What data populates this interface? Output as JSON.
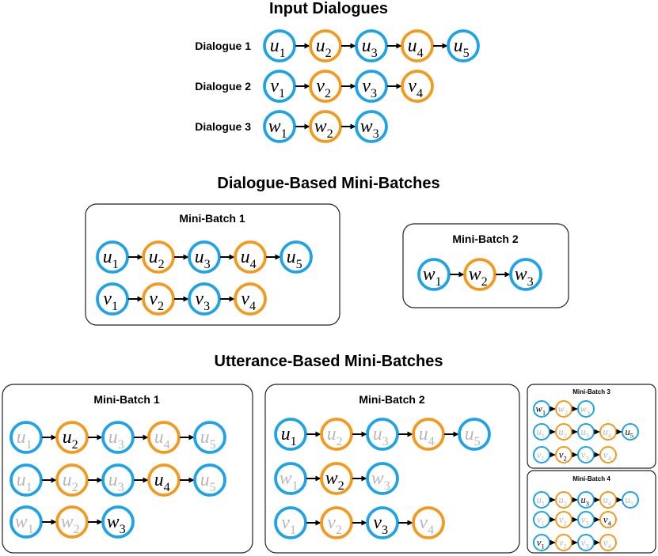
{
  "colors": {
    "blue": "#1fa3e6",
    "orange": "#f29a1d",
    "active_text": "#000000",
    "faded_text": "#b8b8b8",
    "frame": "#222222",
    "arrow": "#000000"
  },
  "sections": {
    "input": {
      "title": "Input Dialogues",
      "dialogues": [
        {
          "label": "Dialogue 1",
          "nodes": [
            {
              "v": "u",
              "s": "1",
              "c": "blue"
            },
            {
              "v": "u",
              "s": "2",
              "c": "orange"
            },
            {
              "v": "u",
              "s": "3",
              "c": "blue"
            },
            {
              "v": "u",
              "s": "4",
              "c": "orange"
            },
            {
              "v": "u",
              "s": "5",
              "c": "blue"
            }
          ]
        },
        {
          "label": "Dialogue 2",
          "nodes": [
            {
              "v": "v",
              "s": "1",
              "c": "blue"
            },
            {
              "v": "v",
              "s": "2",
              "c": "orange"
            },
            {
              "v": "v",
              "s": "3",
              "c": "blue"
            },
            {
              "v": "v",
              "s": "4",
              "c": "orange"
            }
          ]
        },
        {
          "label": "Dialogue 3",
          "nodes": [
            {
              "v": "w",
              "s": "1",
              "c": "blue"
            },
            {
              "v": "w",
              "s": "2",
              "c": "orange"
            },
            {
              "v": "w",
              "s": "3",
              "c": "blue"
            }
          ]
        }
      ]
    },
    "dialogue_based": {
      "title": "Dialogue-Based Mini-Batches",
      "batches": [
        {
          "title": "Mini-Batch 1",
          "rows": [
            [
              {
                "v": "u",
                "s": "1",
                "c": "blue"
              },
              {
                "v": "u",
                "s": "2",
                "c": "orange"
              },
              {
                "v": "u",
                "s": "3",
                "c": "blue"
              },
              {
                "v": "u",
                "s": "4",
                "c": "orange"
              },
              {
                "v": "u",
                "s": "5",
                "c": "blue"
              }
            ],
            [
              {
                "v": "v",
                "s": "1",
                "c": "blue"
              },
              {
                "v": "v",
                "s": "2",
                "c": "orange"
              },
              {
                "v": "v",
                "s": "3",
                "c": "blue"
              },
              {
                "v": "v",
                "s": "4",
                "c": "orange"
              }
            ]
          ]
        },
        {
          "title": "Mini-Batch 2",
          "rows": [
            [
              {
                "v": "w",
                "s": "1",
                "c": "blue"
              },
              {
                "v": "w",
                "s": "2",
                "c": "orange"
              },
              {
                "v": "w",
                "s": "3",
                "c": "blue"
              }
            ]
          ]
        }
      ]
    },
    "utterance_based": {
      "title": "Utterance-Based Mini-Batches",
      "batches": [
        {
          "title": "Mini-Batch 1",
          "rows": [
            [
              {
                "v": "u",
                "s": "1",
                "c": "blue",
                "f": 1
              },
              {
                "v": "u",
                "s": "2",
                "c": "orange"
              },
              {
                "v": "u",
                "s": "3",
                "c": "blue",
                "f": 1
              },
              {
                "v": "u",
                "s": "4",
                "c": "orange",
                "f": 1
              },
              {
                "v": "u",
                "s": "5",
                "c": "blue",
                "f": 1
              }
            ],
            [
              {
                "v": "u",
                "s": "1",
                "c": "blue",
                "f": 1
              },
              {
                "v": "u",
                "s": "2",
                "c": "orange",
                "f": 1
              },
              {
                "v": "u",
                "s": "3",
                "c": "blue",
                "f": 1
              },
              {
                "v": "u",
                "s": "4",
                "c": "orange"
              },
              {
                "v": "u",
                "s": "5",
                "c": "blue",
                "f": 1
              }
            ],
            [
              {
                "v": "w",
                "s": "1",
                "c": "blue",
                "f": 1
              },
              {
                "v": "w",
                "s": "2",
                "c": "orange",
                "f": 1
              },
              {
                "v": "w",
                "s": "3",
                "c": "blue"
              }
            ]
          ]
        },
        {
          "title": "Mini-Batch 2",
          "rows": [
            [
              {
                "v": "u",
                "s": "1",
                "c": "blue"
              },
              {
                "v": "u",
                "s": "2",
                "c": "orange",
                "f": 1
              },
              {
                "v": "u",
                "s": "3",
                "c": "blue",
                "f": 1
              },
              {
                "v": "u",
                "s": "4",
                "c": "orange",
                "f": 1
              },
              {
                "v": "u",
                "s": "5",
                "c": "blue",
                "f": 1
              }
            ],
            [
              {
                "v": "w",
                "s": "1",
                "c": "blue",
                "f": 1
              },
              {
                "v": "w",
                "s": "2",
                "c": "orange"
              },
              {
                "v": "w",
                "s": "3",
                "c": "blue",
                "f": 1
              }
            ],
            [
              {
                "v": "v",
                "s": "1",
                "c": "blue",
                "f": 1
              },
              {
                "v": "v",
                "s": "2",
                "c": "orange",
                "f": 1
              },
              {
                "v": "v",
                "s": "3",
                "c": "blue"
              },
              {
                "v": "v",
                "s": "4",
                "c": "orange",
                "f": 1
              }
            ]
          ]
        },
        {
          "title": "Mini-Batch 3",
          "rows": [
            [
              {
                "v": "w",
                "s": "1",
                "c": "blue"
              },
              {
                "v": "w",
                "s": "2",
                "c": "orange",
                "f": 1
              },
              {
                "v": "w",
                "s": "3",
                "c": "blue",
                "f": 1
              }
            ],
            [
              {
                "v": "u",
                "s": "1",
                "c": "blue",
                "f": 1
              },
              {
                "v": "u",
                "s": "2",
                "c": "orange",
                "f": 1
              },
              {
                "v": "u",
                "s": "3",
                "c": "blue",
                "f": 1
              },
              {
                "v": "u",
                "s": "4",
                "c": "orange",
                "f": 1
              },
              {
                "v": "u",
                "s": "5",
                "c": "blue"
              }
            ],
            [
              {
                "v": "v",
                "s": "1",
                "c": "blue",
                "f": 1
              },
              {
                "v": "v",
                "s": "2",
                "c": "orange"
              },
              {
                "v": "v",
                "s": "3",
                "c": "blue",
                "f": 1
              },
              {
                "v": "v",
                "s": "4",
                "c": "orange",
                "f": 1
              }
            ]
          ]
        },
        {
          "title": "Mini-Batch 4",
          "rows": [
            [
              {
                "v": "u",
                "s": "1",
                "c": "blue",
                "f": 1
              },
              {
                "v": "u",
                "s": "2",
                "c": "orange",
                "f": 1
              },
              {
                "v": "u",
                "s": "3",
                "c": "blue"
              },
              {
                "v": "u",
                "s": "4",
                "c": "orange",
                "f": 1
              },
              {
                "v": "u",
                "s": "5",
                "c": "blue",
                "f": 1
              }
            ],
            [
              {
                "v": "v",
                "s": "1",
                "c": "blue",
                "f": 1
              },
              {
                "v": "v",
                "s": "2",
                "c": "orange",
                "f": 1
              },
              {
                "v": "v",
                "s": "3",
                "c": "blue",
                "f": 1
              },
              {
                "v": "v",
                "s": "4",
                "c": "orange"
              }
            ],
            [
              {
                "v": "v",
                "s": "1",
                "c": "blue"
              },
              {
                "v": "v",
                "s": "2",
                "c": "orange",
                "f": 1
              },
              {
                "v": "v",
                "s": "3",
                "c": "blue",
                "f": 1
              },
              {
                "v": "v",
                "s": "4",
                "c": "orange",
                "f": 1
              }
            ]
          ]
        }
      ]
    }
  }
}
